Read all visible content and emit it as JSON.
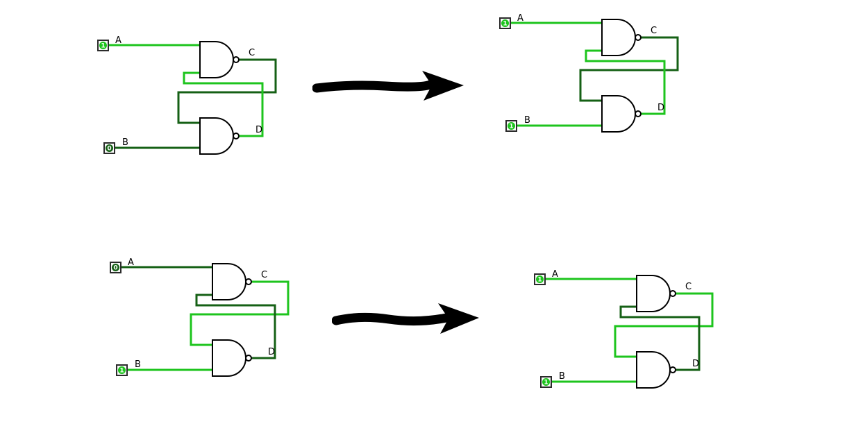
{
  "colors": {
    "background": "#ffffff",
    "high": "#1dc41d",
    "low": "#156015",
    "gate_outline": "#000000",
    "arrow": "#000000"
  },
  "circuits": [
    {
      "name": "nand-latch-top-left",
      "inputs": {
        "a": {
          "label": "A",
          "value": "1",
          "color": "#1dc41d"
        },
        "b": {
          "label": "B",
          "value": "0",
          "color": "#156015"
        }
      },
      "outputs": {
        "c": {
          "label": "C",
          "color": "#156015"
        },
        "d": {
          "label": "D",
          "color": "#1dc41d"
        }
      }
    },
    {
      "name": "nand-latch-top-right",
      "inputs": {
        "a": {
          "label": "A",
          "value": "1",
          "color": "#1dc41d"
        },
        "b": {
          "label": "B",
          "value": "1",
          "color": "#1dc41d"
        }
      },
      "outputs": {
        "c": {
          "label": "C",
          "color": "#156015"
        },
        "d": {
          "label": "D",
          "color": "#1dc41d"
        }
      }
    },
    {
      "name": "nand-latch-bottom-left",
      "inputs": {
        "a": {
          "label": "A",
          "value": "0",
          "color": "#156015"
        },
        "b": {
          "label": "B",
          "value": "1",
          "color": "#1dc41d"
        }
      },
      "outputs": {
        "c": {
          "label": "C",
          "color": "#1dc41d"
        },
        "d": {
          "label": "D",
          "color": "#156015"
        }
      }
    },
    {
      "name": "nand-latch-bottom-right",
      "inputs": {
        "a": {
          "label": "A",
          "value": "1",
          "color": "#1dc41d"
        },
        "b": {
          "label": "B",
          "value": "1",
          "color": "#1dc41d"
        }
      },
      "outputs": {
        "c": {
          "label": "C",
          "color": "#1dc41d"
        },
        "d": {
          "label": "D",
          "color": "#156015"
        }
      }
    }
  ],
  "arrows": [
    {
      "name": "top",
      "direction": "right",
      "color": "#000000"
    },
    {
      "name": "bottom",
      "direction": "right",
      "color": "#000000"
    }
  ]
}
